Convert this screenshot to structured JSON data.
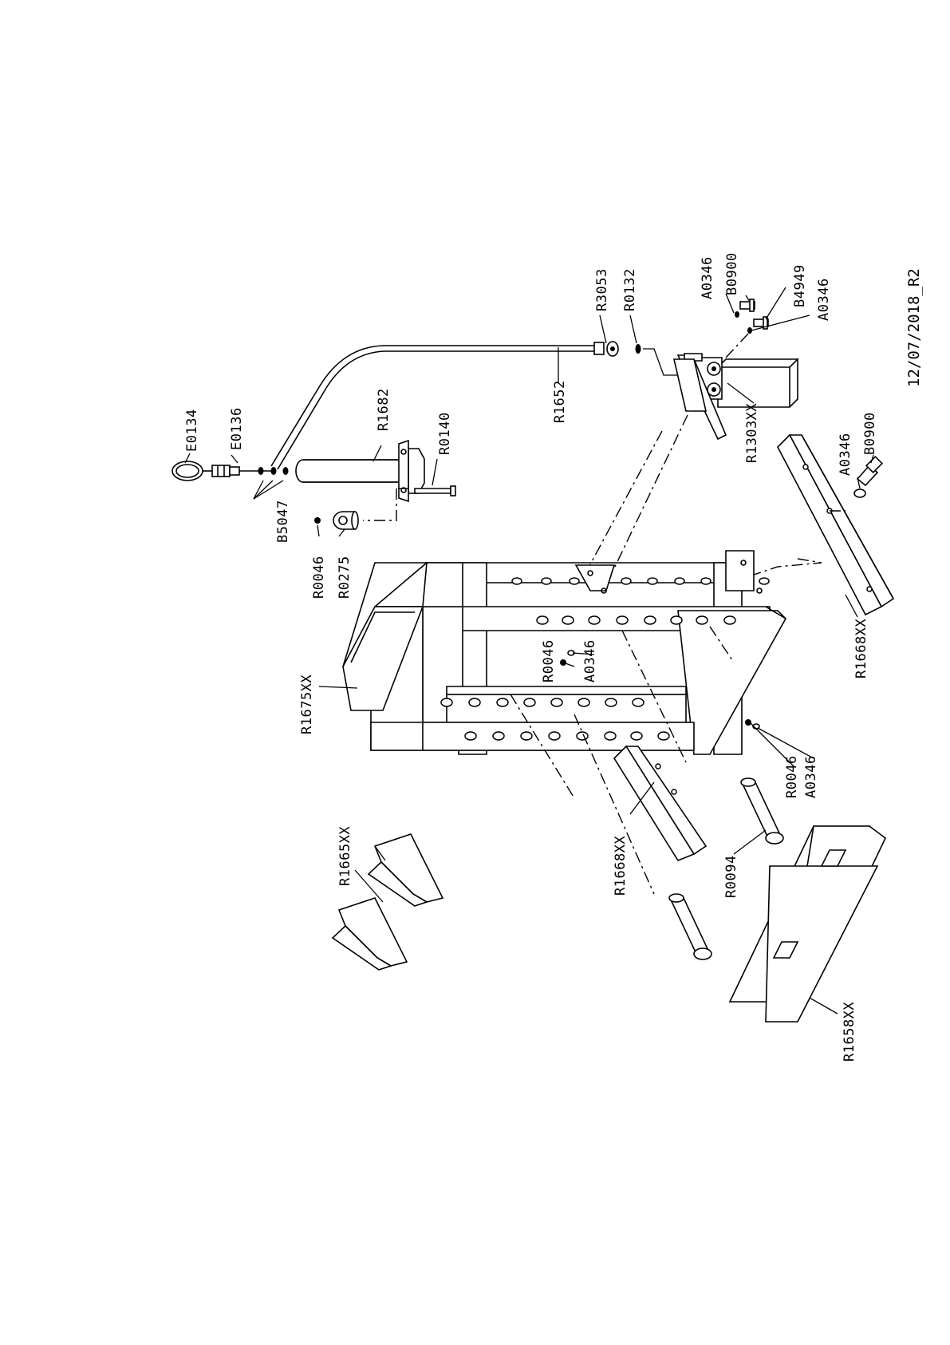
{
  "document": {
    "stamp": "12/07/2018_R2"
  },
  "parts": {
    "e0134": "E0134",
    "e0136": "E0136",
    "b5047": "B5047",
    "r1682": "R1682",
    "r0140": "R0140",
    "r0046_top": "R0046",
    "r0275": "R0275",
    "r1652": "R1652",
    "r3053": "R3053",
    "r0132": "R0132",
    "a0346_top1": "A0346",
    "b0900_top": "B0900",
    "b4949": "B4949",
    "a0346_top2": "A0346",
    "r1303xx": "R1303XX",
    "a0346_right": "A0346",
    "b0900_right": "B0900",
    "r1668xx_right": "R1668XX",
    "r1675xx": "R1675XX",
    "r0046_mid": "R0046",
    "a0346_mid": "A0346",
    "r0046_low": "R0046",
    "a0346_low": "A0346",
    "r1665xx": "R1665XX",
    "r1668xx_left": "R1668XX",
    "r0094": "R0094",
    "r1658xx": "R1658XX"
  }
}
